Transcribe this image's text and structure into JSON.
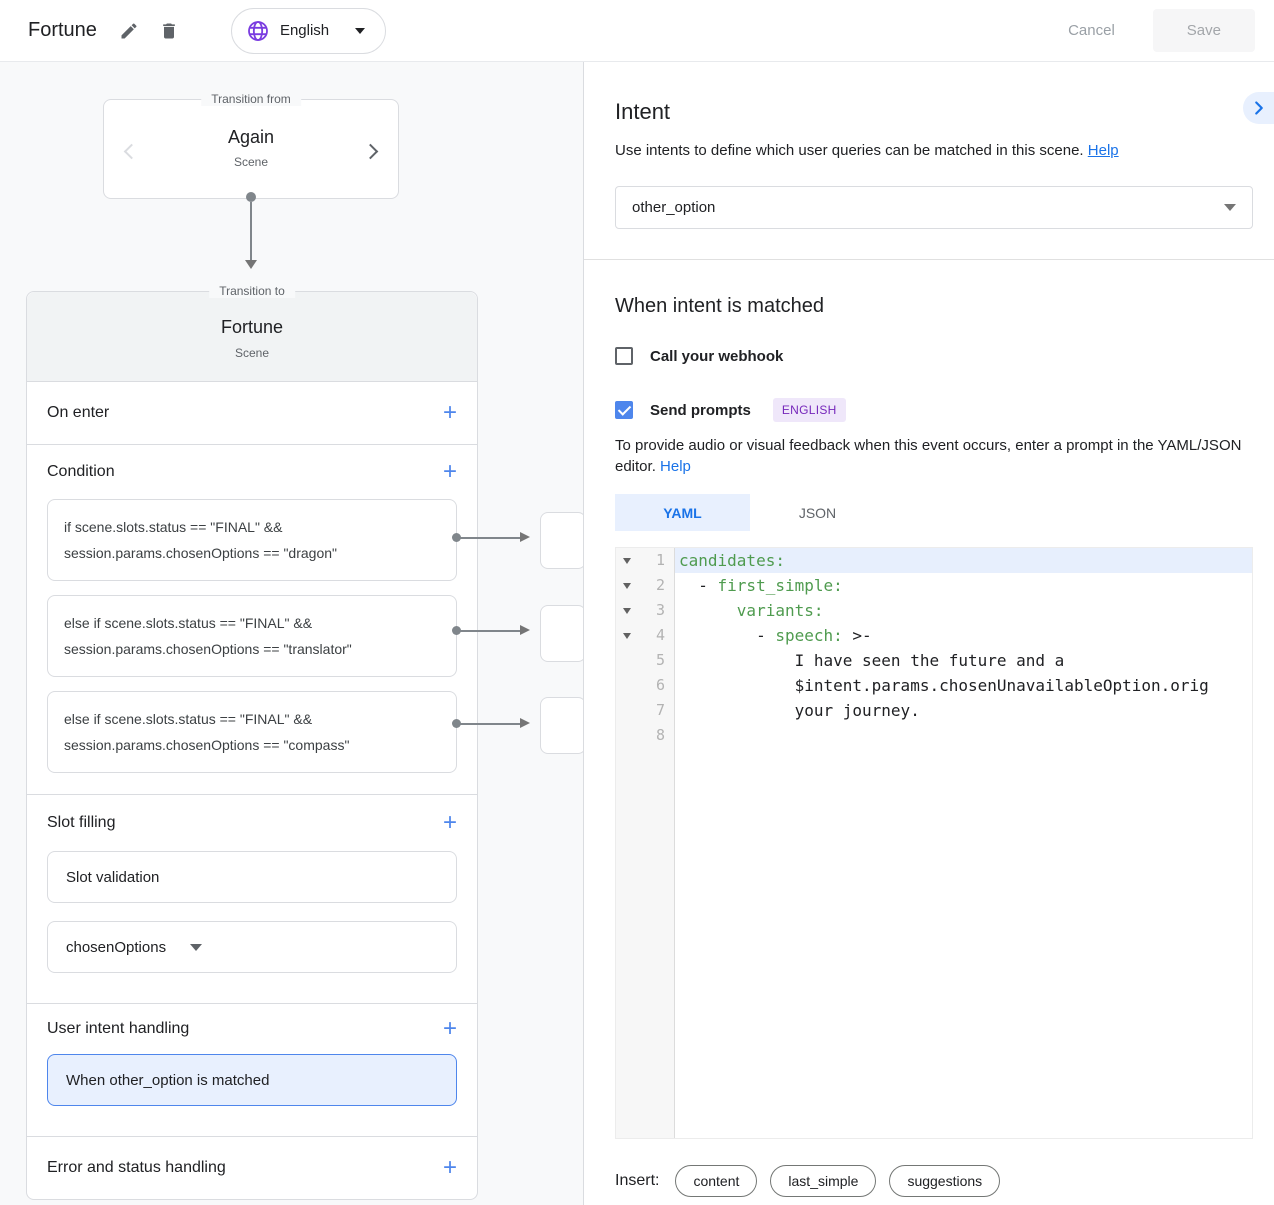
{
  "colors": {
    "accent_blue": "#1a73e8",
    "control_blue": "#4e86ec",
    "purple": "#7627bb",
    "code_green": "#4f9b4f",
    "selection_bg": "#e8f0fe"
  },
  "icons": {
    "edit": "pencil-icon",
    "delete": "trash-icon",
    "language": "globe-icon",
    "caret": "caret-down-icon",
    "prev": "chevron-left-icon",
    "next": "chevron-right-icon",
    "collapse": "chevron-right-icon",
    "fold": "caret-down-icon",
    "plus": "+",
    "check": "checkmark-icon"
  },
  "topbar": {
    "title": "Fortune",
    "language": "English",
    "cancel_label": "Cancel",
    "save_label": "Save"
  },
  "graph": {
    "transition_from": {
      "legend": "Transition from",
      "scene_name": "Again",
      "scene_type": "Scene"
    },
    "transition_to": {
      "legend": "Transition to",
      "scene_name": "Fortune",
      "scene_type": "Scene"
    }
  },
  "scene_sections": {
    "on_enter": "On enter",
    "condition": "Condition",
    "conditions": [
      {
        "line1": "if scene.slots.status == \"FINAL\" &&",
        "line2": "session.params.chosenOptions == \"dragon\""
      },
      {
        "line1": "else if scene.slots.status == \"FINAL\" &&",
        "line2": "session.params.chosenOptions == \"translator\""
      },
      {
        "line1": "else if scene.slots.status == \"FINAL\" &&",
        "line2": "session.params.chosenOptions == \"compass\""
      }
    ],
    "slot_filling": "Slot filling",
    "slot_validation": "Slot validation",
    "slot_name": "chosenOptions",
    "user_intent_handling": "User intent handling",
    "matched_intent": "When other_option is matched",
    "error_handling": "Error and status handling"
  },
  "intent_panel": {
    "title": "Intent",
    "description": "Use intents to define which user queries can be matched in this scene. ",
    "help_label": "Help",
    "selected_intent": "other_option"
  },
  "matched_panel": {
    "title": "When intent is matched",
    "webhook_label": "Call your webhook",
    "prompts_label": "Send prompts",
    "language_badge": "ENGLISH",
    "description": "To provide audio or visual feedback when this event occurs, enter a prompt in the YAML/JSON editor. ",
    "help_label": "Help",
    "tabs": {
      "yaml": "YAML",
      "json": "JSON"
    },
    "active_tab": "YAML"
  },
  "editor": {
    "lines": [
      {
        "num": "1",
        "s1": "candidates:"
      },
      {
        "num": "2",
        "s0": "  - ",
        "s1": "first_simple:"
      },
      {
        "num": "3",
        "s0": "      ",
        "s1": "variants:"
      },
      {
        "num": "4",
        "s0": "        - ",
        "s1": "speech:",
        "s2": " >-"
      },
      {
        "num": "5",
        "s0": "            I have seen the future and a"
      },
      {
        "num": "6",
        "s0": "            $intent.params.chosenUnavailableOption.orig"
      },
      {
        "num": "7",
        "s0": "            your journey."
      },
      {
        "num": "8",
        "s0": ""
      }
    ]
  },
  "insert": {
    "label": "Insert:",
    "buttons": [
      "content",
      "last_simple",
      "suggestions"
    ]
  }
}
